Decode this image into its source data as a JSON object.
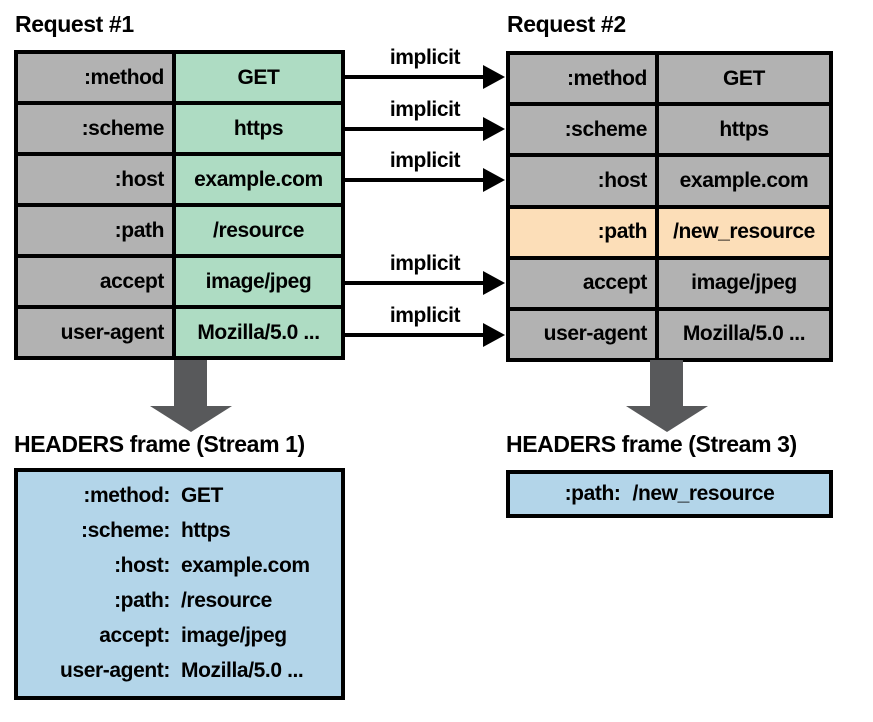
{
  "colors": {
    "gray": "#b2b2b2",
    "green": "#aedcc3",
    "orange": "#fcdeb8",
    "blue": "#b3d5e9",
    "arrow_dark": "#58595b",
    "border": "#000000"
  },
  "request1": {
    "title": "Request #1",
    "rows": [
      {
        "key": ":method",
        "value": "GET",
        "key_bg": "gray",
        "val_bg": "green"
      },
      {
        "key": ":scheme",
        "value": "https",
        "key_bg": "gray",
        "val_bg": "green"
      },
      {
        "key": ":host",
        "value": "example.com",
        "key_bg": "gray",
        "val_bg": "green"
      },
      {
        "key": ":path",
        "value": "/resource",
        "key_bg": "gray",
        "val_bg": "green"
      },
      {
        "key": "accept",
        "value": "image/jpeg",
        "key_bg": "gray",
        "val_bg": "green"
      },
      {
        "key": "user-agent",
        "value": "Mozilla/5.0 ...",
        "key_bg": "gray",
        "val_bg": "green"
      }
    ]
  },
  "request2": {
    "title": "Request #2",
    "rows": [
      {
        "key": ":method",
        "value": "GET",
        "key_bg": "gray",
        "val_bg": "gray"
      },
      {
        "key": ":scheme",
        "value": "https",
        "key_bg": "gray",
        "val_bg": "gray"
      },
      {
        "key": ":host",
        "value": "example.com",
        "key_bg": "gray",
        "val_bg": "gray"
      },
      {
        "key": ":path",
        "value": "/new_resource",
        "key_bg": "orange",
        "val_bg": "orange"
      },
      {
        "key": "accept",
        "value": "image/jpeg",
        "key_bg": "gray",
        "val_bg": "gray"
      },
      {
        "key": "user-agent",
        "value": "Mozilla/5.0 ...",
        "key_bg": "gray",
        "val_bg": "gray"
      }
    ]
  },
  "arrows": {
    "labels": [
      "implicit",
      "implicit",
      "implicit",
      "implicit",
      "implicit"
    ]
  },
  "frame1": {
    "title": "HEADERS frame (Stream 1)",
    "lines": [
      {
        "key": ":method:",
        "value": "GET"
      },
      {
        "key": ":scheme:",
        "value": "https"
      },
      {
        "key": ":host:",
        "value": "example.com"
      },
      {
        "key": ":path:",
        "value": "/resource"
      },
      {
        "key": "accept:",
        "value": "image/jpeg"
      },
      {
        "key": "user-agent:",
        "value": "Mozilla/5.0 ..."
      }
    ]
  },
  "frame3": {
    "title": "HEADERS frame (Stream 3)",
    "lines": [
      {
        "key": ":path:",
        "value": "/new_resource"
      }
    ]
  }
}
